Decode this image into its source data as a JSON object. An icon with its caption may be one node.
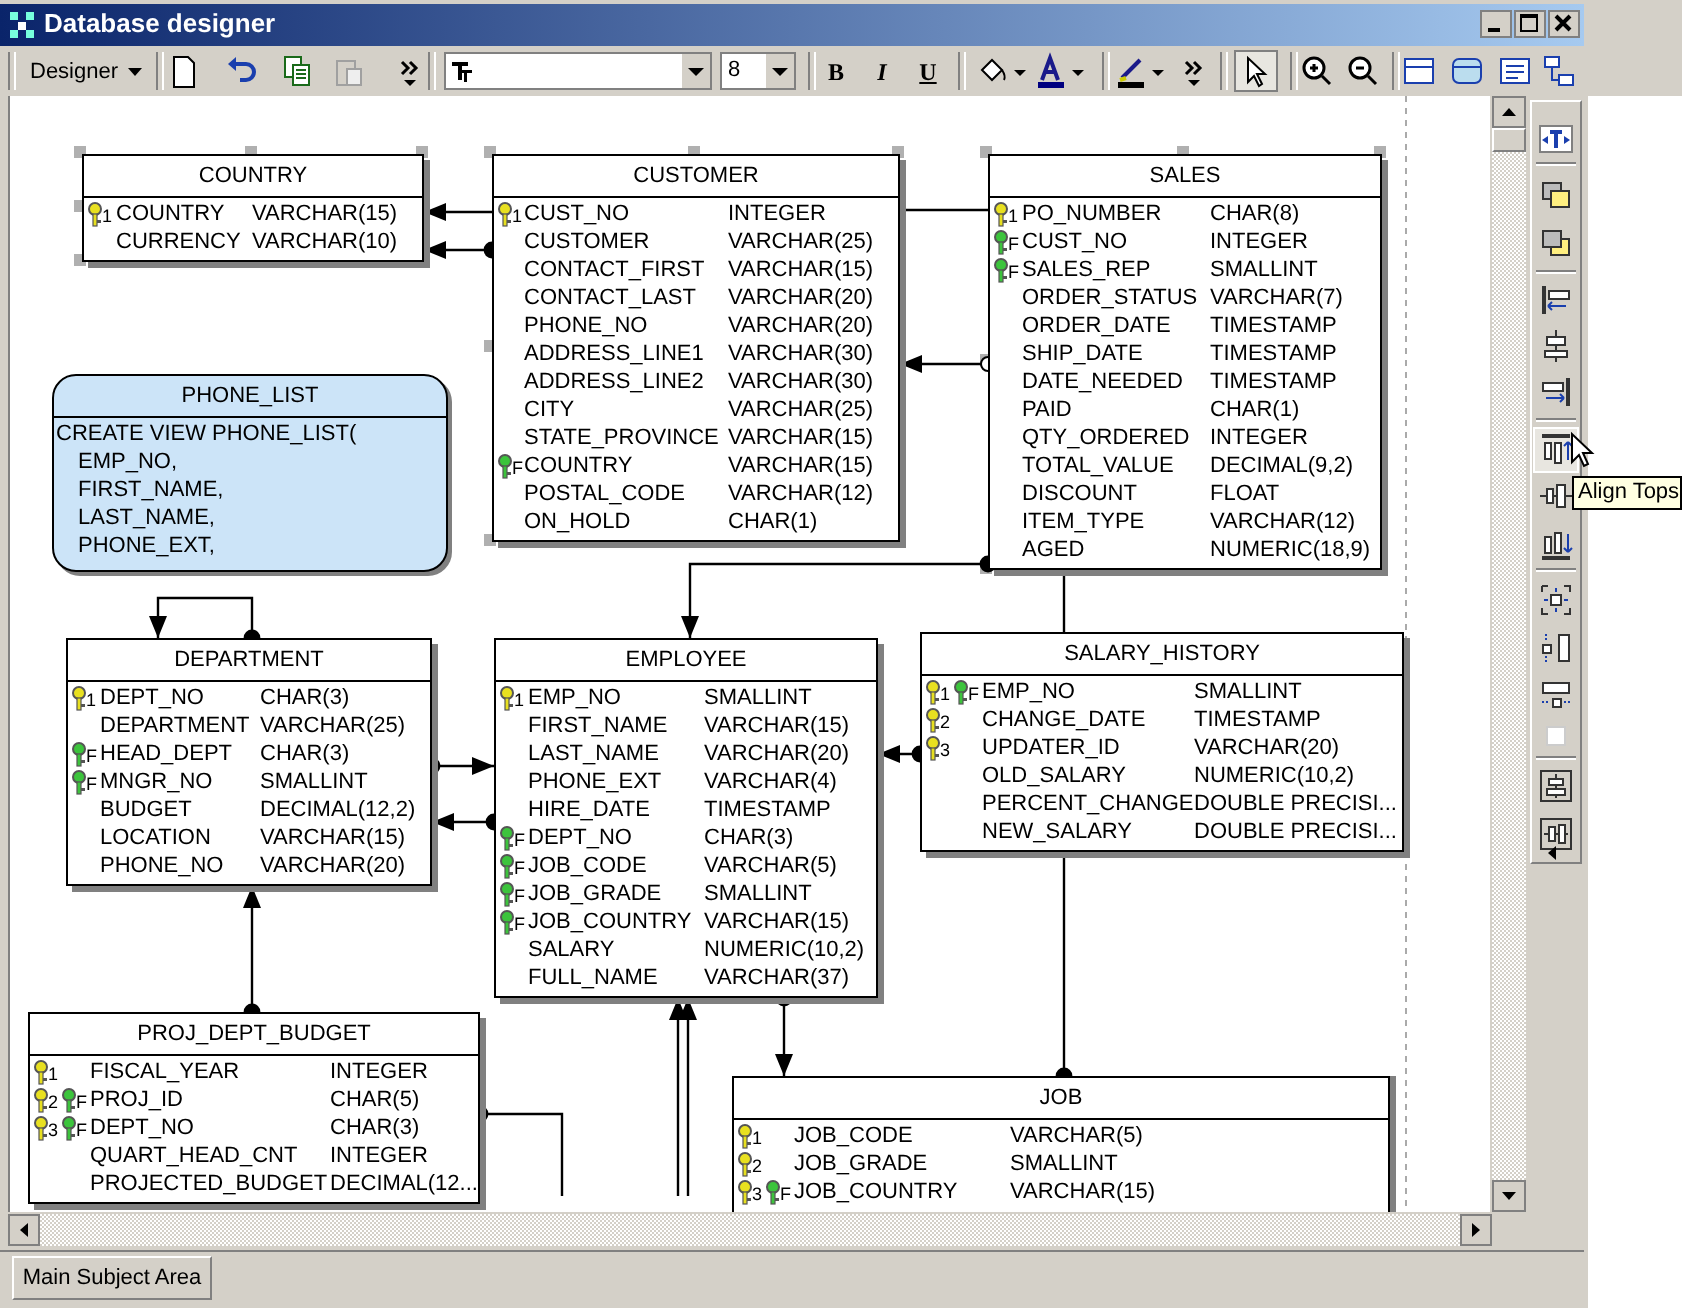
{
  "diagram": {
    "title": "Database designer",
    "nodes": [
      {
        "text": [
          "COUNTRY",
          "1",
          "COUNTRY",
          "VARCHAR(15)",
          "CURRENCY",
          "VARCHAR(10)"
        ]
      },
      {
        "text": [
          "CUSTOMER",
          "1",
          "CUST_NO",
          "INTEGER",
          "CUSTOMER",
          "VARCHAR(25)",
          "CONTACT_FIRST",
          "VARCHAR(15)",
          "CONTACT_LAST",
          "VARCHAR(20)",
          "PHONE_NO",
          "VARCHAR(20)",
          "ADDRESS_LINE1",
          "VARCHAR(30)",
          "ADDRESS_LINE2",
          "VARCHAR(30)",
          "CITY",
          "VARCHAR(25)",
          "STATE_PROVINCE",
          "VARCHAR(15)",
          "F",
          "COUNTRY",
          "VARCHAR(15)",
          "POSTAL_CODE",
          "VARCHAR(12)",
          "ON_HOLD",
          "CHAR(1)"
        ]
      },
      {
        "text": [
          "SALES",
          "1",
          "PO_NUMBER",
          "CHAR(8)",
          "F",
          "CUST_NO",
          "INTEGER",
          "F",
          "SALES_REP",
          "SMALLINT",
          "ORDER_STATUS",
          "VARCHAR(7)",
          "ORDER_DATE",
          "TIMESTAMP",
          "SHIP_DATE",
          "TIMESTAMP",
          "DATE_NEEDED",
          "TIMESTAMP",
          "PAID",
          "CHAR(1)",
          "QTY_ORDERED",
          "INTEGER",
          "TOTAL_VALUE",
          "DECIMAL(9,2)",
          "DISCOUNT",
          "FLOAT",
          "ITEM_TYPE",
          "VARCHAR(12)",
          "AGED",
          "NUMERIC(18,9)"
        ]
      },
      {
        "text": [
          "PHONE_LIST",
          "CREATE VIEW PHONE_LIST(",
          "EMP_NO,",
          "FIRST_NAME,",
          "LAST_NAME,",
          "PHONE_EXT,"
        ]
      },
      {
        "text": [
          "DEPARTMENT",
          "1",
          "DEPT_NO",
          "CHAR(3)",
          "DEPARTMENT",
          "VARCHAR(25)",
          "F",
          "HEAD_DEPT",
          "CHAR(3)",
          "F",
          "MNGR_NO",
          "SMALLINT",
          "BUDGET",
          "DECIMAL(12,2)",
          "LOCATION",
          "VARCHAR(15)",
          "PHONE_NO",
          "VARCHAR(20)"
        ]
      },
      {
        "text": [
          "EMPLOYEE",
          "1",
          "EMP_NO",
          "SMALLINT",
          "FIRST_NAME",
          "VARCHAR(15)",
          "LAST_NAME",
          "VARCHAR(20)",
          "PHONE_EXT",
          "VARCHAR(4)",
          "HIRE_DATE",
          "TIMESTAMP",
          "F",
          "DEPT_NO",
          "CHAR(3)",
          "F",
          "JOB_CODE",
          "VARCHAR(5)",
          "F",
          "JOB_GRADE",
          "SMALLINT",
          "F",
          "JOB_COUNTRY",
          "VARCHAR(15)",
          "SALARY",
          "NUMERIC(10,2)",
          "FULL_NAME",
          "VARCHAR(37)"
        ]
      },
      {
        "text": [
          "SALARY_HISTORY",
          "1",
          "F",
          "EMP_NO",
          "SMALLINT",
          "2",
          "CHANGE_DATE",
          "TIMESTAMP",
          "3",
          "UPDATER_ID",
          "VARCHAR(20)",
          "OLD_SALARY",
          "NUMERIC(10,2)",
          "PERCENT_CHANGE",
          "DOUBLE PRECISI...",
          "NEW_SALARY",
          "DOUBLE PRECISI..."
        ]
      },
      {
        "text": [
          "PROJ_DEPT_BUDGET",
          "1",
          "FISCAL_YEAR",
          "INTEGER",
          "2",
          "F",
          "PROJ_ID",
          "CHAR(5)",
          "3",
          "F",
          "DEPT_NO",
          "CHAR(3)",
          "QUART_HEAD_CNT",
          "INTEGER",
          "PROJECTED_BUDGET",
          "DECIMAL(12..."
        ]
      },
      {
        "text": [
          "JOB",
          "1",
          "JOB_CODE",
          "VARCHAR(5)",
          "2",
          "JOB_GRADE",
          "SMALLINT",
          "3",
          "F",
          "JOB_COUNTRY",
          "VARCHAR(15)"
        ]
      }
    ],
    "edges": [
      {
        "from": 1,
        "to": 0,
        "arrow": "to"
      },
      {
        "from": 1,
        "to": 0,
        "arrow": "to"
      },
      {
        "from": 1,
        "to": 2,
        "arrow": "none"
      },
      {
        "from": 2,
        "to": 1,
        "arrow": "to"
      },
      {
        "from": 2,
        "to": 5,
        "arrow": "to"
      },
      {
        "from": 2,
        "to": 6,
        "arrow": "none"
      },
      {
        "from": 6,
        "to": 8,
        "arrow": "other"
      },
      {
        "from": 6,
        "to": 5,
        "arrow": "to"
      },
      {
        "from": 4,
        "to": 5,
        "arrow": "to"
      },
      {
        "from": 5,
        "to": 4,
        "arrow": "to"
      },
      {
        "from": 4,
        "to": 4,
        "arrow": "to"
      },
      {
        "from": 7,
        "to": 4,
        "arrow": "to"
      },
      {
        "from": 7,
        "to": null,
        "arrow": "other"
      },
      {
        "from": null,
        "to": 5,
        "arrow": "to"
      },
      {
        "from": null,
        "to": 5,
        "arrow": "to"
      },
      {
        "from": 5,
        "to": 8,
        "arrow": "to"
      }
    ],
    "labels": [
      "Designer",
      "8",
      "B",
      "I",
      "U",
      "Align Tops",
      "Main Subject Area"
    ]
  }
}
